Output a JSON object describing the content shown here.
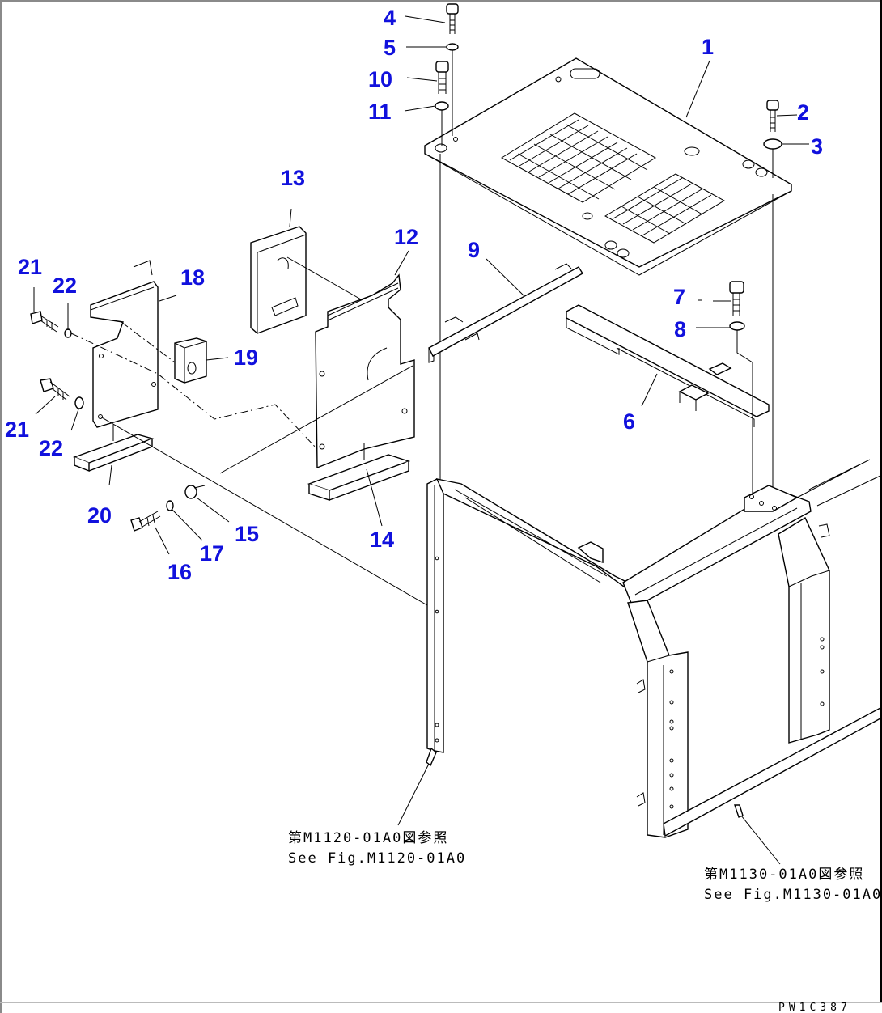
{
  "diagram": {
    "type": "exploded-parts-diagram",
    "callouts": [
      {
        "id": "1"
      },
      {
        "id": "2"
      },
      {
        "id": "3"
      },
      {
        "id": "4"
      },
      {
        "id": "5"
      },
      {
        "id": "6"
      },
      {
        "id": "7"
      },
      {
        "id": "8"
      },
      {
        "id": "9"
      },
      {
        "id": "10"
      },
      {
        "id": "11"
      },
      {
        "id": "12"
      },
      {
        "id": "13"
      },
      {
        "id": "14"
      },
      {
        "id": "15"
      },
      {
        "id": "16"
      },
      {
        "id": "17"
      },
      {
        "id": "18"
      },
      {
        "id": "19"
      },
      {
        "id": "20"
      },
      {
        "id": "21a",
        "label": "21"
      },
      {
        "id": "22a",
        "label": "22"
      },
      {
        "id": "21b",
        "label": "21"
      },
      {
        "id": "22b",
        "label": "22"
      }
    ],
    "labels": {
      "n1": "1",
      "n2": "2",
      "n3": "3",
      "n4": "4",
      "n5": "5",
      "n6": "6",
      "n7": "7",
      "n8": "8",
      "n9": "9",
      "n10": "10",
      "n11": "11",
      "n12": "12",
      "n13": "13",
      "n14": "14",
      "n15": "15",
      "n16": "16",
      "n17": "17",
      "n18": "18",
      "n19": "19",
      "n20": "20",
      "n21": "21",
      "n22": "22"
    },
    "references": {
      "left_jp": "第M1120-01A0図参照",
      "left_en": "See Fig.M1120-01A0",
      "right_jp": "第M1130-01A0図参照",
      "right_en": "See Fig.M1130-01A0"
    },
    "drawing_code": "PW1C387",
    "callout_color": "#1111dd"
  }
}
